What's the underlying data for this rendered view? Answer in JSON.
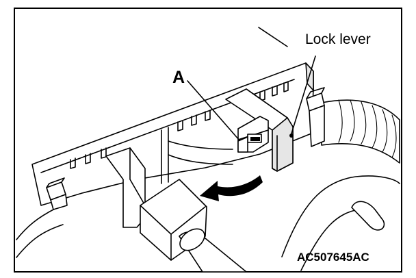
{
  "diagram": {
    "labels": {
      "lock_lever": "Lock lever",
      "callout_a": "A",
      "figure_code": "AC507645AC"
    },
    "icons": [
      "rotation-arrow-icon"
    ]
  }
}
